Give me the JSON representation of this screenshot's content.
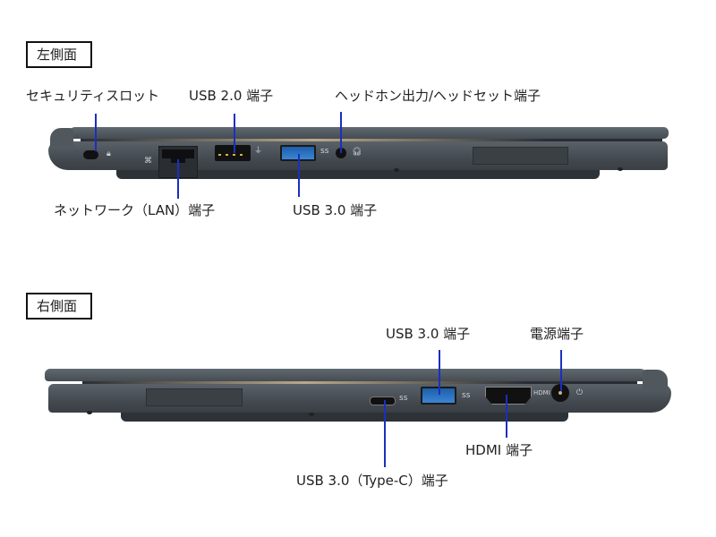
{
  "left_side": {
    "title": "左側面",
    "labels": {
      "security_slot": "セキュリティスロット",
      "usb2": "USB 2.0 端子",
      "headphone": "ヘッドホン出力/ヘッドセット端子",
      "lan": "ネットワーク（LAN）端子",
      "usb3": "USB 3.0 端子"
    },
    "port_icons": [
      "lock-icon",
      "network-icon",
      "usb-icon",
      "usb-ss-icon",
      "headphone-icon"
    ]
  },
  "right_side": {
    "title": "右側面",
    "labels": {
      "usb3": "USB 3.0 端子",
      "power": "電源端子",
      "hdmi": "HDMI 端子",
      "usb_c": "USB 3.0（Type-C）端子"
    },
    "port_icons": [
      "usb-ss-icon",
      "usb-ss-icon",
      "hdmi-icon",
      "power-icon"
    ]
  },
  "colors": {
    "leader_line": "#1a2fbf",
    "chassis": "#4a5157",
    "usb3_blue": "#2f74c4"
  }
}
